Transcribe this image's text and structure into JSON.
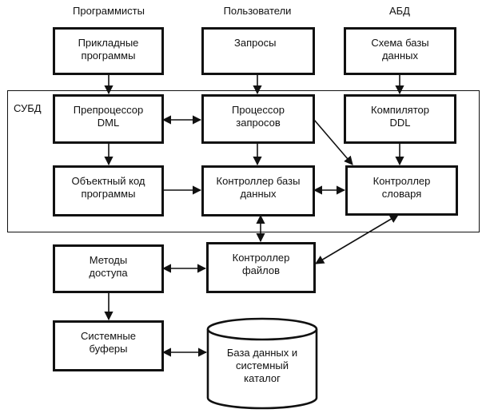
{
  "headers": {
    "programmers": "Программисты",
    "users": "Пользователи",
    "dba": "АБД"
  },
  "dbms_label": "СУБД",
  "boxes": {
    "app_programs": "Прикладные\nпрограммы",
    "queries": "Запросы",
    "db_schema": "Схема базы\nданных",
    "dml_preprocessor": "Препроцессор\nDML",
    "query_processor": "Процессор\nзапросов",
    "ddl_compiler": "Компилятор\nDDL",
    "object_code": "Объектный код\nпрограммы",
    "db_controller": "Контроллер базы\nданных",
    "dictionary_controller": "Контроллер\nсловаря",
    "access_methods": "Методы\nдоступа",
    "file_controller": "Контроллер\nфайлов",
    "system_buffers": "Системные\nбуферы"
  },
  "database": "База данных и\nсистемный\nкаталог",
  "colors": {
    "stroke": "#111111",
    "background": "#ffffff"
  }
}
